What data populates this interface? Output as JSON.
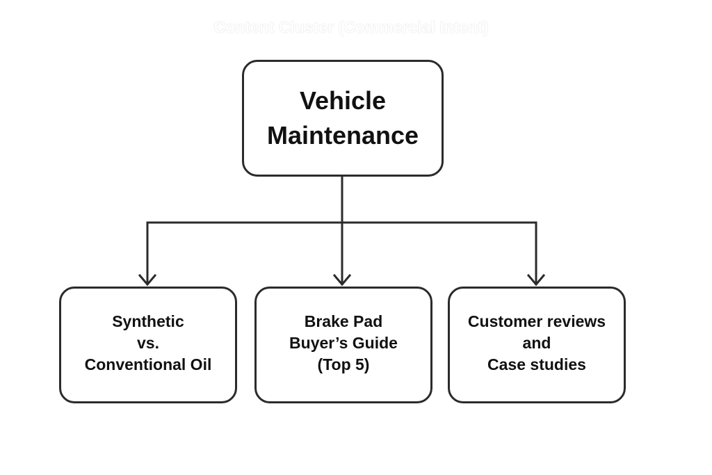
{
  "title": "Content Cluster (Commercial Intent)",
  "root": {
    "lines": [
      "Vehicle",
      "Maintenance"
    ]
  },
  "children": [
    {
      "lines": [
        "Synthetic",
        "vs.",
        "Conventional Oil"
      ]
    },
    {
      "lines": [
        "Brake Pad",
        "Buyer’s Guide",
        "(Top 5)"
      ]
    },
    {
      "lines": [
        "Customer reviews",
        "and",
        "Case studies"
      ]
    }
  ],
  "edges": [
    {
      "from": "root",
      "to": "children.0"
    },
    {
      "from": "root",
      "to": "children.1"
    },
    {
      "from": "root",
      "to": "children.2"
    }
  ]
}
